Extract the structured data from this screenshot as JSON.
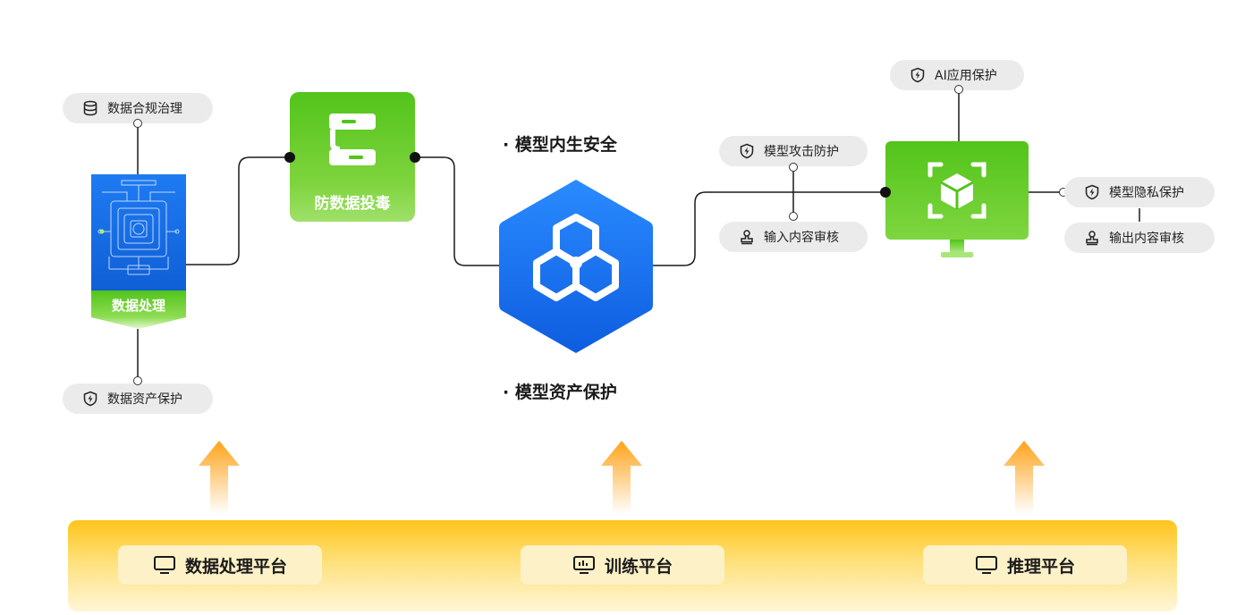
{
  "pills": {
    "data_compliance": "数据合规治理",
    "data_asset_protect": "数据资产保护",
    "model_attack_protect": "模型攻击防护",
    "input_review": "输入内容审核",
    "ai_app_protect": "AI应用保护",
    "model_privacy_protect": "模型隐私保护",
    "output_review": "输出内容审核"
  },
  "nodes": {
    "data_processing": "数据处理",
    "anti_poisoning": "防数据投毒"
  },
  "center": {
    "model_intrinsic_security": "· 模型内生安全",
    "model_asset_protection": "· 模型资产保护"
  },
  "platforms": {
    "data_processing_platform": "数据处理平台",
    "training_platform": "训练平台",
    "inference_platform": "推理平台"
  },
  "colors": {
    "green": "#52c41a",
    "blue": "#1677ff",
    "yellow": "#ffc41a",
    "arrow_orange": "#ffa31a"
  }
}
